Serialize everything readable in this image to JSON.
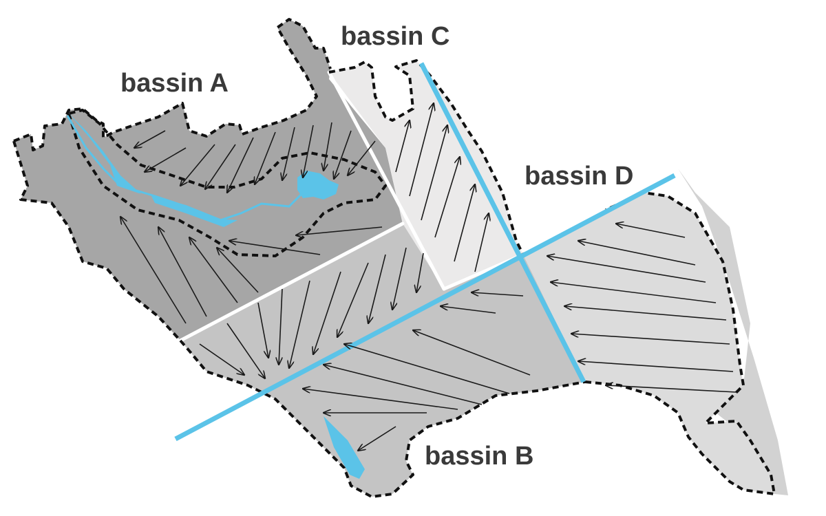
{
  "map": {
    "basins": [
      {
        "id": "A",
        "label": "bassin A",
        "fill": "#a6a6a6"
      },
      {
        "id": "B",
        "label": "bassin B",
        "fill": "#c4c4c4"
      },
      {
        "id": "C",
        "label": "bassin C",
        "fill": "#ebeaea"
      },
      {
        "id": "D",
        "label": "bassin D",
        "fill": "#dcdcdc"
      }
    ],
    "colors": {
      "water": "#5bc3e8",
      "divider": "#ffffff",
      "boundary": "#111111",
      "flow_arrow": "#1a1a1a",
      "outer_margin": "#d2d2d2"
    },
    "legend_markers": {
      "boundary": "dashed black outline",
      "flow": "thin black arrows",
      "water": "light blue lines and ponds"
    }
  }
}
